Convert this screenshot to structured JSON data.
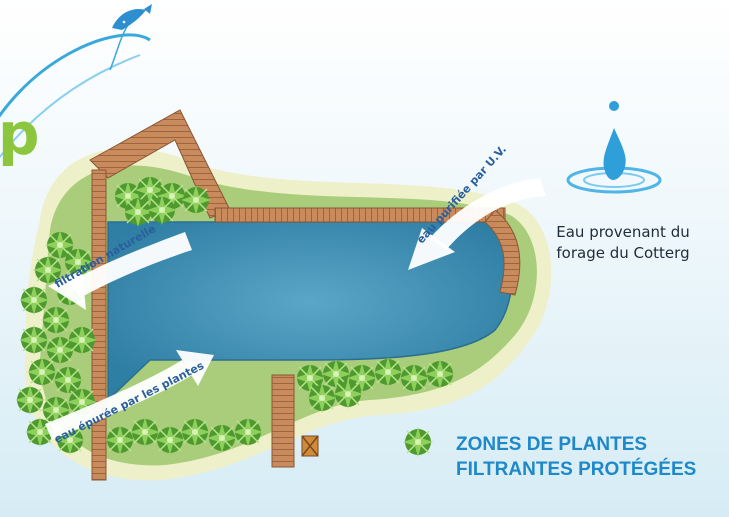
{
  "logo": {
    "letter": "p"
  },
  "arrows": {
    "filtration": "filtration naturelle",
    "uv": "eau purifiée par U.V.",
    "plants": "eau épurée par les plantes"
  },
  "source": {
    "line1": "Eau provenant du",
    "line2": "forage du Cotterg"
  },
  "legend": {
    "line1": "ZONES DE PLANTES",
    "line2": "FILTRANTES PROTÉGÉES"
  },
  "colors": {
    "water": "#3f8fb3",
    "deck": "#c98a5c",
    "grass": "#a9cd7a",
    "sand": "#eef0c9",
    "plant": "#6cae3e",
    "label_blue": "#1e88c9",
    "arrow_text": "#2a5f9e",
    "logo_green": "#8cc63f"
  }
}
